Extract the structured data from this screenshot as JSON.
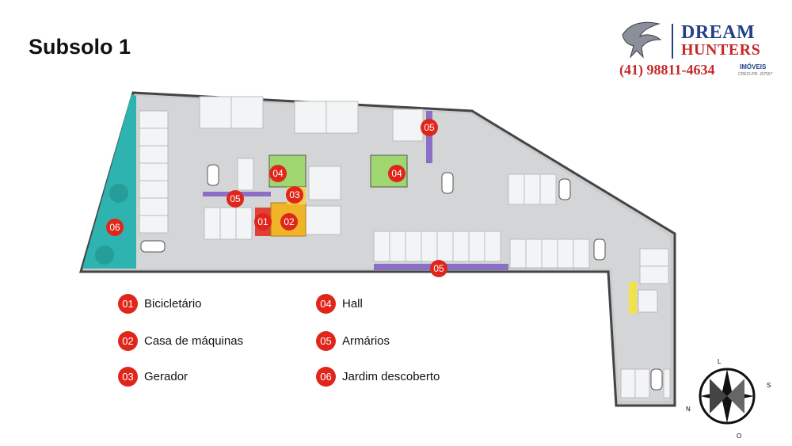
{
  "title": "Subsolo 1",
  "brand": {
    "line1": "DREAM",
    "line2": "HUNTERS",
    "phone": "(41) 98811-4634",
    "sub": "IMÓVEIS",
    "creci": "CRECI-PR: J07557"
  },
  "plan_markers": [
    {
      "code": "01"
    },
    {
      "code": "02"
    },
    {
      "code": "03"
    },
    {
      "code": "04"
    },
    {
      "code": "04"
    },
    {
      "code": "05"
    },
    {
      "code": "05"
    },
    {
      "code": "05"
    },
    {
      "code": "06"
    }
  ],
  "legend": [
    {
      "code": "01",
      "label": "Bicicletário"
    },
    {
      "code": "02",
      "label": "Casa de máquinas"
    },
    {
      "code": "03",
      "label": "Gerador"
    },
    {
      "code": "04",
      "label": "Hall"
    },
    {
      "code": "05",
      "label": "Armários"
    },
    {
      "code": "06",
      "label": "Jardim descoberto"
    }
  ],
  "compass": [
    "N",
    "S",
    "L",
    "O"
  ],
  "colors": {
    "marker": "#e0261b",
    "brand_blue": "#233f87",
    "brand_red": "#c42a2a",
    "garden": "#2fb3b0",
    "floor": "#cfd1d3"
  }
}
